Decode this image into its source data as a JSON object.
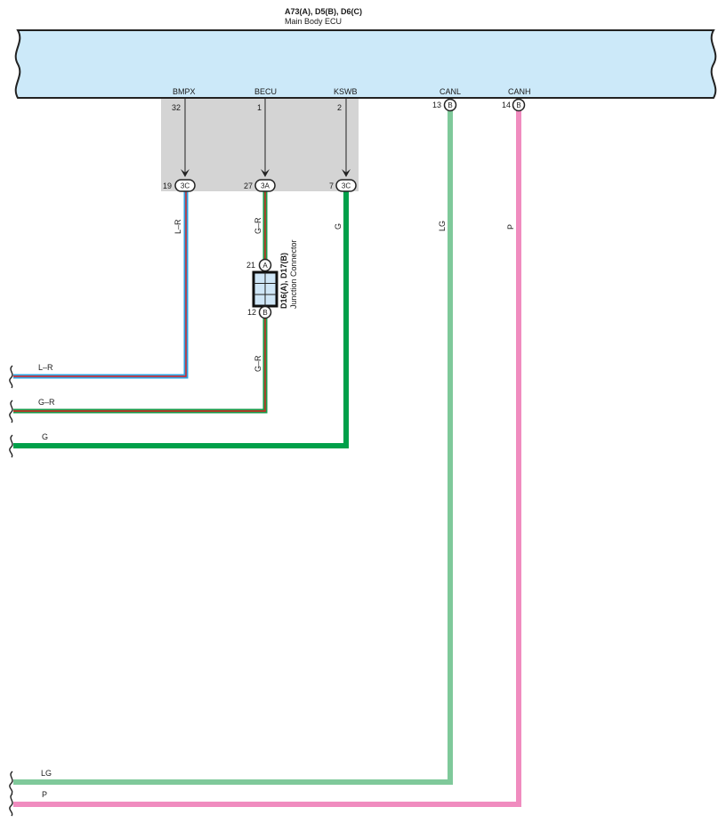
{
  "ecu": {
    "title": "A73(A), D5(B), D6(C)",
    "subtitle": "Main Body ECU",
    "color": "#cce9f9"
  },
  "pins": [
    {
      "name": "BMPX",
      "number": "32"
    },
    {
      "name": "BECU",
      "number": "1"
    },
    {
      "name": "KSWB",
      "number": "2"
    },
    {
      "name": "CANL",
      "number": "13",
      "connector": "B"
    },
    {
      "name": "CANH",
      "number": "14",
      "connector": "B"
    }
  ],
  "junction_points": [
    {
      "number": "19",
      "code": "3C"
    },
    {
      "number": "27",
      "code": "3A"
    },
    {
      "number": "7",
      "code": "3C"
    }
  ],
  "junction_connector": {
    "title": "D16(A), D17(B)",
    "subtitle": "Junction Connector",
    "pin_a_number": "21",
    "pin_a_label": "A",
    "pin_b_number": "12",
    "pin_b_label": "B",
    "fill": "#cfe6f7"
  },
  "wires": {
    "lr": {
      "label": "L–R",
      "end_label": "L–R",
      "base": "#2ea3e0",
      "stripe": "#e02020"
    },
    "gr": {
      "label": "G–R",
      "label_lower": "G–R",
      "end_label": "G–R",
      "base": "#1a9a4a",
      "stripe": "#e02020"
    },
    "g": {
      "label": "G",
      "end_label": "G",
      "color": "#00a04a"
    },
    "lg": {
      "label": "LG",
      "end_label": "LG",
      "color": "#7fc99a"
    },
    "p": {
      "label": "P",
      "end_label": "P",
      "color": "#f08cbf"
    }
  },
  "shield_color": "#d4d4d4"
}
